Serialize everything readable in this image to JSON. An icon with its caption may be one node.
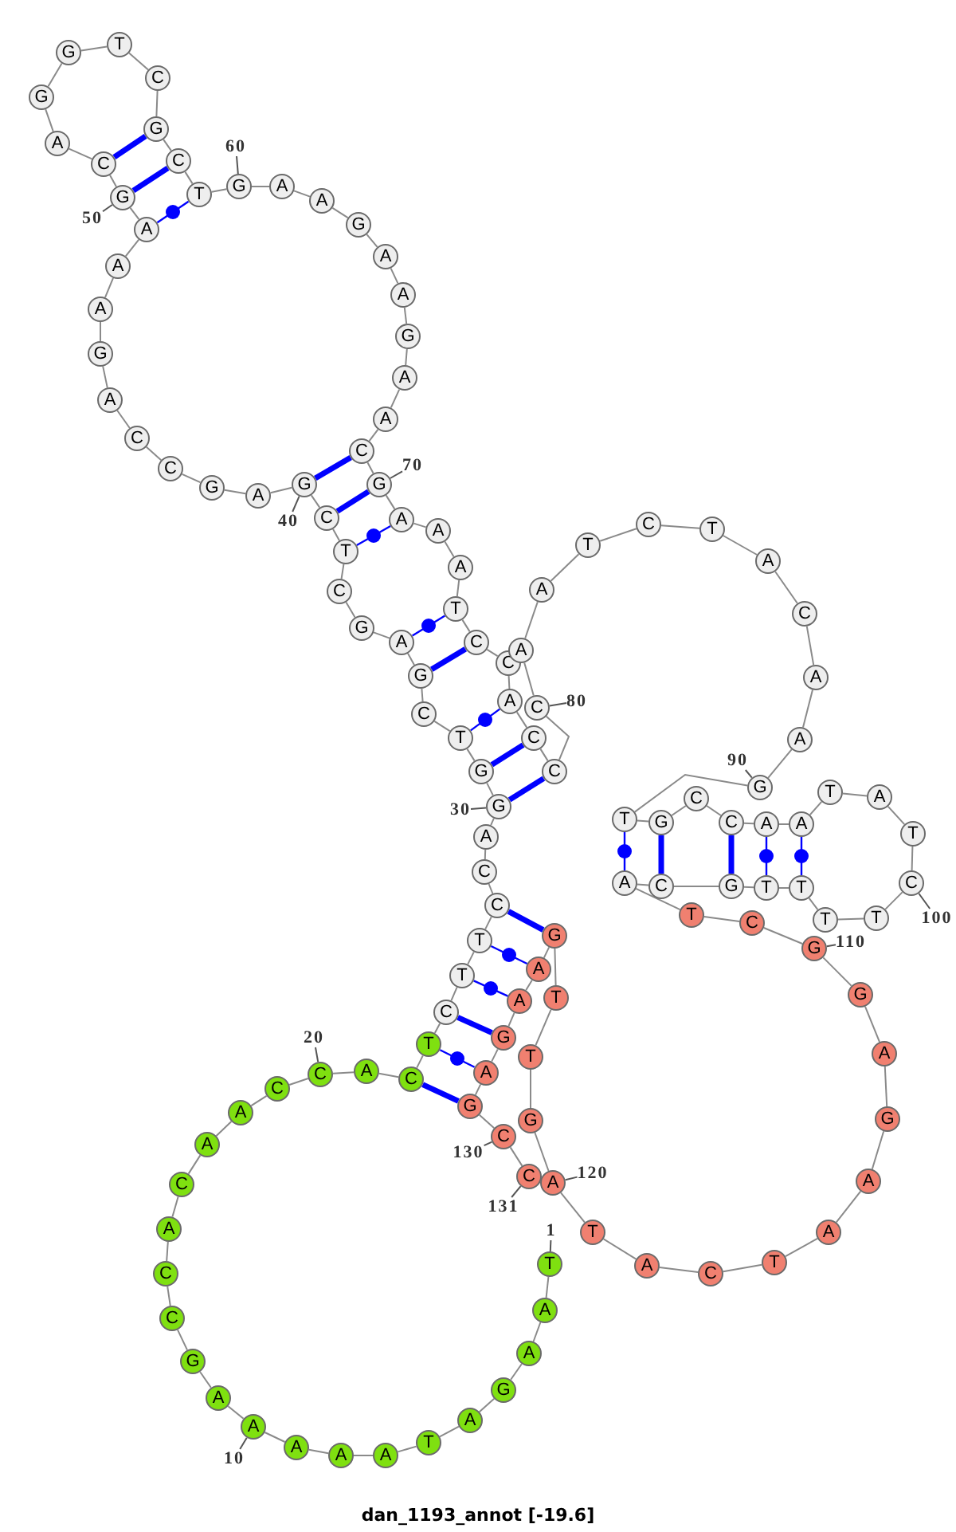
{
  "diagram": {
    "title": "dan_1193_annot [-19.6]",
    "nodes": [
      {
        "text": [
          "T"
        ]
      },
      {
        "text": [
          "A"
        ]
      },
      {
        "text": [
          "A"
        ]
      },
      {
        "text": [
          "G"
        ]
      },
      {
        "text": [
          "A"
        ]
      },
      {
        "text": [
          "T"
        ]
      },
      {
        "text": [
          "A"
        ]
      },
      {
        "text": [
          "A"
        ]
      },
      {
        "text": [
          "A"
        ]
      },
      {
        "text": [
          "A"
        ]
      },
      {
        "text": [
          "A"
        ]
      },
      {
        "text": [
          "G"
        ]
      },
      {
        "text": [
          "C"
        ]
      },
      {
        "text": [
          "C"
        ]
      },
      {
        "text": [
          "A"
        ]
      },
      {
        "text": [
          "C"
        ]
      },
      {
        "text": [
          "A"
        ]
      },
      {
        "text": [
          "A"
        ]
      },
      {
        "text": [
          "C"
        ]
      },
      {
        "text": [
          "C"
        ]
      },
      {
        "text": [
          "A"
        ]
      },
      {
        "text": [
          "C"
        ]
      },
      {
        "text": [
          "T"
        ]
      },
      {
        "text": [
          "C"
        ]
      },
      {
        "text": [
          "T"
        ]
      },
      {
        "text": [
          "T"
        ]
      },
      {
        "text": [
          "C"
        ]
      },
      {
        "text": [
          "C"
        ]
      },
      {
        "text": [
          "A"
        ]
      },
      {
        "text": [
          "G"
        ]
      },
      {
        "text": [
          "G"
        ]
      },
      {
        "text": [
          "T"
        ]
      },
      {
        "text": [
          "C"
        ]
      },
      {
        "text": [
          "G"
        ]
      },
      {
        "text": [
          "A"
        ]
      },
      {
        "text": [
          "G"
        ]
      },
      {
        "text": [
          "C"
        ]
      },
      {
        "text": [
          "T"
        ]
      },
      {
        "text": [
          "C"
        ]
      },
      {
        "text": [
          "G"
        ]
      },
      {
        "text": [
          "A"
        ]
      },
      {
        "text": [
          "G"
        ]
      },
      {
        "text": [
          "C"
        ]
      },
      {
        "text": [
          "C"
        ]
      },
      {
        "text": [
          "A"
        ]
      },
      {
        "text": [
          "G"
        ]
      },
      {
        "text": [
          "A"
        ]
      },
      {
        "text": [
          "A"
        ]
      },
      {
        "text": [
          "A"
        ]
      },
      {
        "text": [
          "G"
        ]
      },
      {
        "text": [
          "C"
        ]
      },
      {
        "text": [
          "A"
        ]
      },
      {
        "text": [
          "G"
        ]
      },
      {
        "text": [
          "G"
        ]
      },
      {
        "text": [
          "T"
        ]
      },
      {
        "text": [
          "C"
        ]
      },
      {
        "text": [
          "G"
        ]
      },
      {
        "text": [
          "C"
        ]
      },
      {
        "text": [
          "T"
        ]
      },
      {
        "text": [
          "G"
        ]
      },
      {
        "text": [
          "A"
        ]
      },
      {
        "text": [
          "A"
        ]
      },
      {
        "text": [
          "G"
        ]
      },
      {
        "text": [
          "A"
        ]
      },
      {
        "text": [
          "A"
        ]
      },
      {
        "text": [
          "G"
        ]
      },
      {
        "text": [
          "A"
        ]
      },
      {
        "text": [
          "A"
        ]
      },
      {
        "text": [
          "C"
        ]
      },
      {
        "text": [
          "G"
        ]
      },
      {
        "text": [
          "A"
        ]
      },
      {
        "text": [
          "A"
        ]
      },
      {
        "text": [
          "A"
        ]
      },
      {
        "text": [
          "T"
        ]
      },
      {
        "text": [
          "C"
        ]
      },
      {
        "text": [
          "C"
        ]
      },
      {
        "text": [
          "A"
        ]
      },
      {
        "text": [
          "C"
        ]
      },
      {
        "text": [
          "C"
        ]
      },
      {
        "text": [
          "C"
        ]
      },
      {
        "text": [
          "A"
        ]
      },
      {
        "text": [
          "A"
        ]
      },
      {
        "text": [
          "T"
        ]
      },
      {
        "text": [
          "C"
        ]
      },
      {
        "text": [
          "T"
        ]
      },
      {
        "text": [
          "A"
        ]
      },
      {
        "text": [
          "C"
        ]
      },
      {
        "text": [
          "A"
        ]
      },
      {
        "text": [
          "A"
        ]
      },
      {
        "text": [
          "G"
        ]
      },
      {
        "text": [
          "T"
        ]
      },
      {
        "text": [
          "G"
        ]
      },
      {
        "text": [
          "C"
        ]
      },
      {
        "text": [
          "C"
        ]
      },
      {
        "text": [
          "A"
        ]
      },
      {
        "text": [
          "A"
        ]
      },
      {
        "text": [
          "T"
        ]
      },
      {
        "text": [
          "A"
        ]
      },
      {
        "text": [
          "T"
        ]
      },
      {
        "text": [
          "C"
        ]
      },
      {
        "text": [
          "T"
        ]
      },
      {
        "text": [
          "T"
        ]
      },
      {
        "text": [
          "T"
        ]
      },
      {
        "text": [
          "T"
        ]
      },
      {
        "text": [
          "G"
        ]
      },
      {
        "text": [
          "C"
        ]
      },
      {
        "text": [
          "A"
        ]
      },
      {
        "text": [
          "T"
        ]
      },
      {
        "text": [
          "C"
        ]
      },
      {
        "text": [
          "G"
        ]
      },
      {
        "text": [
          "G"
        ]
      },
      {
        "text": [
          "A"
        ]
      },
      {
        "text": [
          "G"
        ]
      },
      {
        "text": [
          "A"
        ]
      },
      {
        "text": [
          "A"
        ]
      },
      {
        "text": [
          "T"
        ]
      },
      {
        "text": [
          "C"
        ]
      },
      {
        "text": [
          "A"
        ]
      },
      {
        "text": [
          "T"
        ]
      },
      {
        "text": [
          "A"
        ]
      },
      {
        "text": [
          "G"
        ]
      },
      {
        "text": [
          "T"
        ]
      },
      {
        "text": [
          "T"
        ]
      },
      {
        "text": [
          "G"
        ]
      },
      {
        "text": [
          "A"
        ]
      },
      {
        "text": [
          "A"
        ]
      },
      {
        "text": [
          "G"
        ]
      },
      {
        "text": [
          "A"
        ]
      },
      {
        "text": [
          "G"
        ]
      },
      {
        "text": [
          "C"
        ]
      },
      {
        "text": [
          "C"
        ]
      },
      {
        "text": [
          "1"
        ]
      },
      {
        "text": [
          "10"
        ]
      },
      {
        "text": [
          "20"
        ]
      },
      {
        "text": [
          "30"
        ]
      },
      {
        "text": [
          "40"
        ]
      },
      {
        "text": [
          "50"
        ]
      },
      {
        "text": [
          "60"
        ]
      },
      {
        "text": [
          "70"
        ]
      },
      {
        "text": [
          "80"
        ]
      },
      {
        "text": [
          "90"
        ]
      },
      {
        "text": [
          "100"
        ]
      },
      {
        "text": [
          "110"
        ]
      },
      {
        "text": [
          "120"
        ]
      },
      {
        "text": [
          "130"
        ]
      },
      {
        "text": [
          "131"
        ]
      }
    ],
    "edges": [
      {
        "from": 0,
        "to": 1,
        "arrow": "none"
      },
      {
        "from": 1,
        "to": 2,
        "arrow": "none"
      },
      {
        "from": 2,
        "to": 3,
        "arrow": "none"
      },
      {
        "from": 3,
        "to": 4,
        "arrow": "none"
      },
      {
        "from": 4,
        "to": 5,
        "arrow": "none"
      },
      {
        "from": 5,
        "to": 6,
        "arrow": "none"
      },
      {
        "from": 6,
        "to": 7,
        "arrow": "none"
      },
      {
        "from": 7,
        "to": 8,
        "arrow": "none"
      },
      {
        "from": 8,
        "to": 9,
        "arrow": "none"
      },
      {
        "from": 9,
        "to": 10,
        "arrow": "none"
      },
      {
        "from": 10,
        "to": 11,
        "arrow": "none"
      },
      {
        "from": 11,
        "to": 12,
        "arrow": "none"
      },
      {
        "from": 12,
        "to": 13,
        "arrow": "none"
      },
      {
        "from": 13,
        "to": 14,
        "arrow": "none"
      },
      {
        "from": 14,
        "to": 15,
        "arrow": "none"
      },
      {
        "from": 15,
        "to": 16,
        "arrow": "none"
      },
      {
        "from": 16,
        "to": 17,
        "arrow": "none"
      },
      {
        "from": 17,
        "to": 18,
        "arrow": "none"
      },
      {
        "from": 18,
        "to": 19,
        "arrow": "none"
      },
      {
        "from": 19,
        "to": 20,
        "arrow": "none"
      },
      {
        "from": 20,
        "to": 21,
        "arrow": "none"
      },
      {
        "from": 21,
        "to": 22,
        "arrow": "none"
      },
      {
        "from": 22,
        "to": 23,
        "arrow": "none"
      },
      {
        "from": 23,
        "to": 24,
        "arrow": "none"
      },
      {
        "from": 24,
        "to": 25,
        "arrow": "none"
      },
      {
        "from": 25,
        "to": 26,
        "arrow": "none"
      },
      {
        "from": 26,
        "to": 27,
        "arrow": "none"
      },
      {
        "from": 27,
        "to": 28,
        "arrow": "none"
      },
      {
        "from": 28,
        "to": 29,
        "arrow": "none"
      },
      {
        "from": 29,
        "to": 30,
        "arrow": "none"
      },
      {
        "from": 30,
        "to": 31,
        "arrow": "none"
      },
      {
        "from": 31,
        "to": 32,
        "arrow": "none"
      },
      {
        "from": 32,
        "to": 33,
        "arrow": "none"
      },
      {
        "from": 33,
        "to": 34,
        "arrow": "none"
      },
      {
        "from": 34,
        "to": 35,
        "arrow": "none"
      },
      {
        "from": 35,
        "to": 36,
        "arrow": "none"
      },
      {
        "from": 36,
        "to": 37,
        "arrow": "none"
      },
      {
        "from": 37,
        "to": 38,
        "arrow": "none"
      },
      {
        "from": 38,
        "to": 39,
        "arrow": "none"
      },
      {
        "from": 39,
        "to": 40,
        "arrow": "none"
      },
      {
        "from": 40,
        "to": 41,
        "arrow": "none"
      },
      {
        "from": 41,
        "to": 42,
        "arrow": "none"
      },
      {
        "from": 42,
        "to": 43,
        "arrow": "none"
      },
      {
        "from": 43,
        "to": 44,
        "arrow": "none"
      },
      {
        "from": 44,
        "to": 45,
        "arrow": "none"
      },
      {
        "from": 45,
        "to": 46,
        "arrow": "none"
      },
      {
        "from": 46,
        "to": 47,
        "arrow": "none"
      },
      {
        "from": 47,
        "to": 48,
        "arrow": "none"
      },
      {
        "from": 48,
        "to": 49,
        "arrow": "none"
      },
      {
        "from": 49,
        "to": 50,
        "arrow": "none"
      },
      {
        "from": 50,
        "to": 51,
        "arrow": "none"
      },
      {
        "from": 51,
        "to": 52,
        "arrow": "none"
      },
      {
        "from": 52,
        "to": 53,
        "arrow": "none"
      },
      {
        "from": 53,
        "to": 54,
        "arrow": "none"
      },
      {
        "from": 54,
        "to": 55,
        "arrow": "none"
      },
      {
        "from": 55,
        "to": 56,
        "arrow": "none"
      },
      {
        "from": 56,
        "to": 57,
        "arrow": "none"
      },
      {
        "from": 57,
        "to": 58,
        "arrow": "none"
      },
      {
        "from": 58,
        "to": 59,
        "arrow": "none"
      },
      {
        "from": 59,
        "to": 60,
        "arrow": "none"
      },
      {
        "from": 60,
        "to": 61,
        "arrow": "none"
      },
      {
        "from": 61,
        "to": 62,
        "arrow": "none"
      },
      {
        "from": 62,
        "to": 63,
        "arrow": "none"
      },
      {
        "from": 63,
        "to": 64,
        "arrow": "none"
      },
      {
        "from": 64,
        "to": 65,
        "arrow": "none"
      },
      {
        "from": 65,
        "to": 66,
        "arrow": "none"
      },
      {
        "from": 66,
        "to": 67,
        "arrow": "none"
      },
      {
        "from": 67,
        "to": 68,
        "arrow": "none"
      },
      {
        "from": 68,
        "to": 69,
        "arrow": "none"
      },
      {
        "from": 69,
        "to": 70,
        "arrow": "none"
      },
      {
        "from": 70,
        "to": 71,
        "arrow": "none"
      },
      {
        "from": 71,
        "to": 72,
        "arrow": "none"
      },
      {
        "from": 72,
        "to": 73,
        "arrow": "none"
      },
      {
        "from": 73,
        "to": 74,
        "arrow": "none"
      },
      {
        "from": 74,
        "to": 75,
        "arrow": "none"
      },
      {
        "from": 75,
        "to": 76,
        "arrow": "none"
      },
      {
        "from": 76,
        "to": 77,
        "arrow": "none"
      },
      {
        "from": 77,
        "to": 78,
        "arrow": "none"
      },
      {
        "from": 78,
        "to": 79,
        "arrow": "none"
      },
      {
        "from": 79,
        "to": 80,
        "arrow": "none"
      },
      {
        "from": 80,
        "to": 81,
        "arrow": "none"
      },
      {
        "from": 81,
        "to": 82,
        "arrow": "none"
      },
      {
        "from": 82,
        "to": 83,
        "arrow": "none"
      },
      {
        "from": 83,
        "to": 84,
        "arrow": "none"
      },
      {
        "from": 84,
        "to": 85,
        "arrow": "none"
      },
      {
        "from": 85,
        "to": 86,
        "arrow": "none"
      },
      {
        "from": 86,
        "to": 87,
        "arrow": "none"
      },
      {
        "from": 87,
        "to": 88,
        "arrow": "none"
      },
      {
        "from": 88,
        "to": 89,
        "arrow": "none"
      },
      {
        "from": 89,
        "to": 90,
        "arrow": "none"
      },
      {
        "from": 90,
        "to": 91,
        "arrow": "none"
      },
      {
        "from": 91,
        "to": 92,
        "arrow": "none"
      },
      {
        "from": 92,
        "to": 93,
        "arrow": "none"
      },
      {
        "from": 93,
        "to": 94,
        "arrow": "none"
      },
      {
        "from": 94,
        "to": 95,
        "arrow": "none"
      },
      {
        "from": 95,
        "to": 96,
        "arrow": "none"
      },
      {
        "from": 96,
        "to": 97,
        "arrow": "none"
      },
      {
        "from": 97,
        "to": 98,
        "arrow": "none"
      },
      {
        "from": 98,
        "to": 99,
        "arrow": "none"
      },
      {
        "from": 99,
        "to": 100,
        "arrow": "none"
      },
      {
        "from": 100,
        "to": 101,
        "arrow": "none"
      },
      {
        "from": 101,
        "to": 102,
        "arrow": "none"
      },
      {
        "from": 102,
        "to": 103,
        "arrow": "none"
      },
      {
        "from": 103,
        "to": 104,
        "arrow": "none"
      },
      {
        "from": 104,
        "to": 105,
        "arrow": "none"
      },
      {
        "from": 105,
        "to": 106,
        "arrow": "none"
      },
      {
        "from": 106,
        "to": 107,
        "arrow": "none"
      },
      {
        "from": 107,
        "to": 108,
        "arrow": "none"
      },
      {
        "from": 108,
        "to": 109,
        "arrow": "none"
      },
      {
        "from": 109,
        "to": 110,
        "arrow": "none"
      },
      {
        "from": 110,
        "to": 111,
        "arrow": "none"
      },
      {
        "from": 111,
        "to": 112,
        "arrow": "none"
      },
      {
        "from": 112,
        "to": 113,
        "arrow": "none"
      },
      {
        "from": 113,
        "to": 114,
        "arrow": "none"
      },
      {
        "from": 114,
        "to": 115,
        "arrow": "none"
      },
      {
        "from": 115,
        "to": 116,
        "arrow": "none"
      },
      {
        "from": 116,
        "to": 117,
        "arrow": "none"
      },
      {
        "from": 117,
        "to": 118,
        "arrow": "none"
      },
      {
        "from": 118,
        "to": 119,
        "arrow": "none"
      },
      {
        "from": 119,
        "to": 120,
        "arrow": "none"
      },
      {
        "from": 120,
        "to": 121,
        "arrow": "none"
      },
      {
        "from": 121,
        "to": 122,
        "arrow": "none"
      },
      {
        "from": 122,
        "to": 123,
        "arrow": "none"
      },
      {
        "from": 123,
        "to": 124,
        "arrow": "none"
      },
      {
        "from": 124,
        "to": 125,
        "arrow": "none"
      },
      {
        "from": 125,
        "to": 126,
        "arrow": "none"
      },
      {
        "from": 126,
        "to": 127,
        "arrow": "none"
      },
      {
        "from": 127,
        "to": 128,
        "arrow": "none"
      },
      {
        "from": 128,
        "to": 129,
        "arrow": "none"
      },
      {
        "from": 129,
        "to": 130,
        "arrow": "none"
      },
      {
        "from": 21,
        "to": 128,
        "arrow": "none",
        "style": "thick",
        "color": "#0000ff"
      },
      {
        "from": 22,
        "to": 127,
        "arrow": "none",
        "color": "#0000ff"
      },
      {
        "from": 23,
        "to": 126,
        "arrow": "none",
        "style": "thick",
        "color": "#0000ff"
      },
      {
        "from": 24,
        "to": 125,
        "arrow": "none",
        "color": "#0000ff"
      },
      {
        "from": 25,
        "to": 124,
        "arrow": "none",
        "color": "#0000ff"
      },
      {
        "from": 26,
        "to": 123,
        "arrow": "none",
        "style": "thick",
        "color": "#0000ff"
      },
      {
        "from": 29,
        "to": 78,
        "arrow": "none",
        "style": "thick",
        "color": "#0000ff"
      },
      {
        "from": 30,
        "to": 77,
        "arrow": "none",
        "style": "thick",
        "color": "#0000ff"
      },
      {
        "from": 31,
        "to": 76,
        "arrow": "none",
        "color": "#0000ff"
      },
      {
        "from": 33,
        "to": 74,
        "arrow": "none",
        "style": "thick",
        "color": "#0000ff"
      },
      {
        "from": 34,
        "to": 73,
        "arrow": "none",
        "color": "#0000ff"
      },
      {
        "from": 37,
        "to": 70,
        "arrow": "none",
        "color": "#0000ff"
      },
      {
        "from": 38,
        "to": 69,
        "arrow": "none",
        "style": "thick",
        "color": "#0000ff"
      },
      {
        "from": 39,
        "to": 68,
        "arrow": "none",
        "style": "thick",
        "color": "#0000ff"
      },
      {
        "from": 48,
        "to": 58,
        "arrow": "none",
        "color": "#0000ff"
      },
      {
        "from": 49,
        "to": 57,
        "arrow": "none",
        "style": "thick",
        "color": "#0000ff"
      },
      {
        "from": 50,
        "to": 56,
        "arrow": "none",
        "style": "thick",
        "color": "#0000ff"
      },
      {
        "from": 90,
        "to": 106,
        "arrow": "none",
        "color": "#0000ff"
      },
      {
        "from": 91,
        "to": 105,
        "arrow": "none",
        "style": "thick",
        "color": "#0000ff"
      },
      {
        "from": 93,
        "to": 104,
        "arrow": "none",
        "style": "thick",
        "color": "#0000ff"
      },
      {
        "from": 94,
        "to": 103,
        "arrow": "none",
        "color": "#0000ff"
      },
      {
        "from": 95,
        "to": 102,
        "arrow": "none",
        "color": "#0000ff"
      },
      {
        "from": 131,
        "to": 0,
        "arrow": "none"
      },
      {
        "from": 132,
        "to": 9,
        "arrow": "none"
      },
      {
        "from": 133,
        "to": 19,
        "arrow": "none"
      },
      {
        "from": 134,
        "to": 29,
        "arrow": "none"
      },
      {
        "from": 135,
        "to": 39,
        "arrow": "none"
      },
      {
        "from": 136,
        "to": 49,
        "arrow": "none"
      },
      {
        "from": 137,
        "to": 59,
        "arrow": "none"
      },
      {
        "from": 138,
        "to": 69,
        "arrow": "none"
      },
      {
        "from": 139,
        "to": 79,
        "arrow": "none"
      },
      {
        "from": 140,
        "to": 89,
        "arrow": "none"
      },
      {
        "from": 141,
        "to": 99,
        "arrow": "none"
      },
      {
        "from": 142,
        "to": 109,
        "arrow": "none"
      },
      {
        "from": 143,
        "to": 119,
        "arrow": "none"
      },
      {
        "from": 144,
        "to": 129,
        "arrow": "none"
      },
      {
        "from": 145,
        "to": 130,
        "arrow": "none"
      }
    ]
  }
}
